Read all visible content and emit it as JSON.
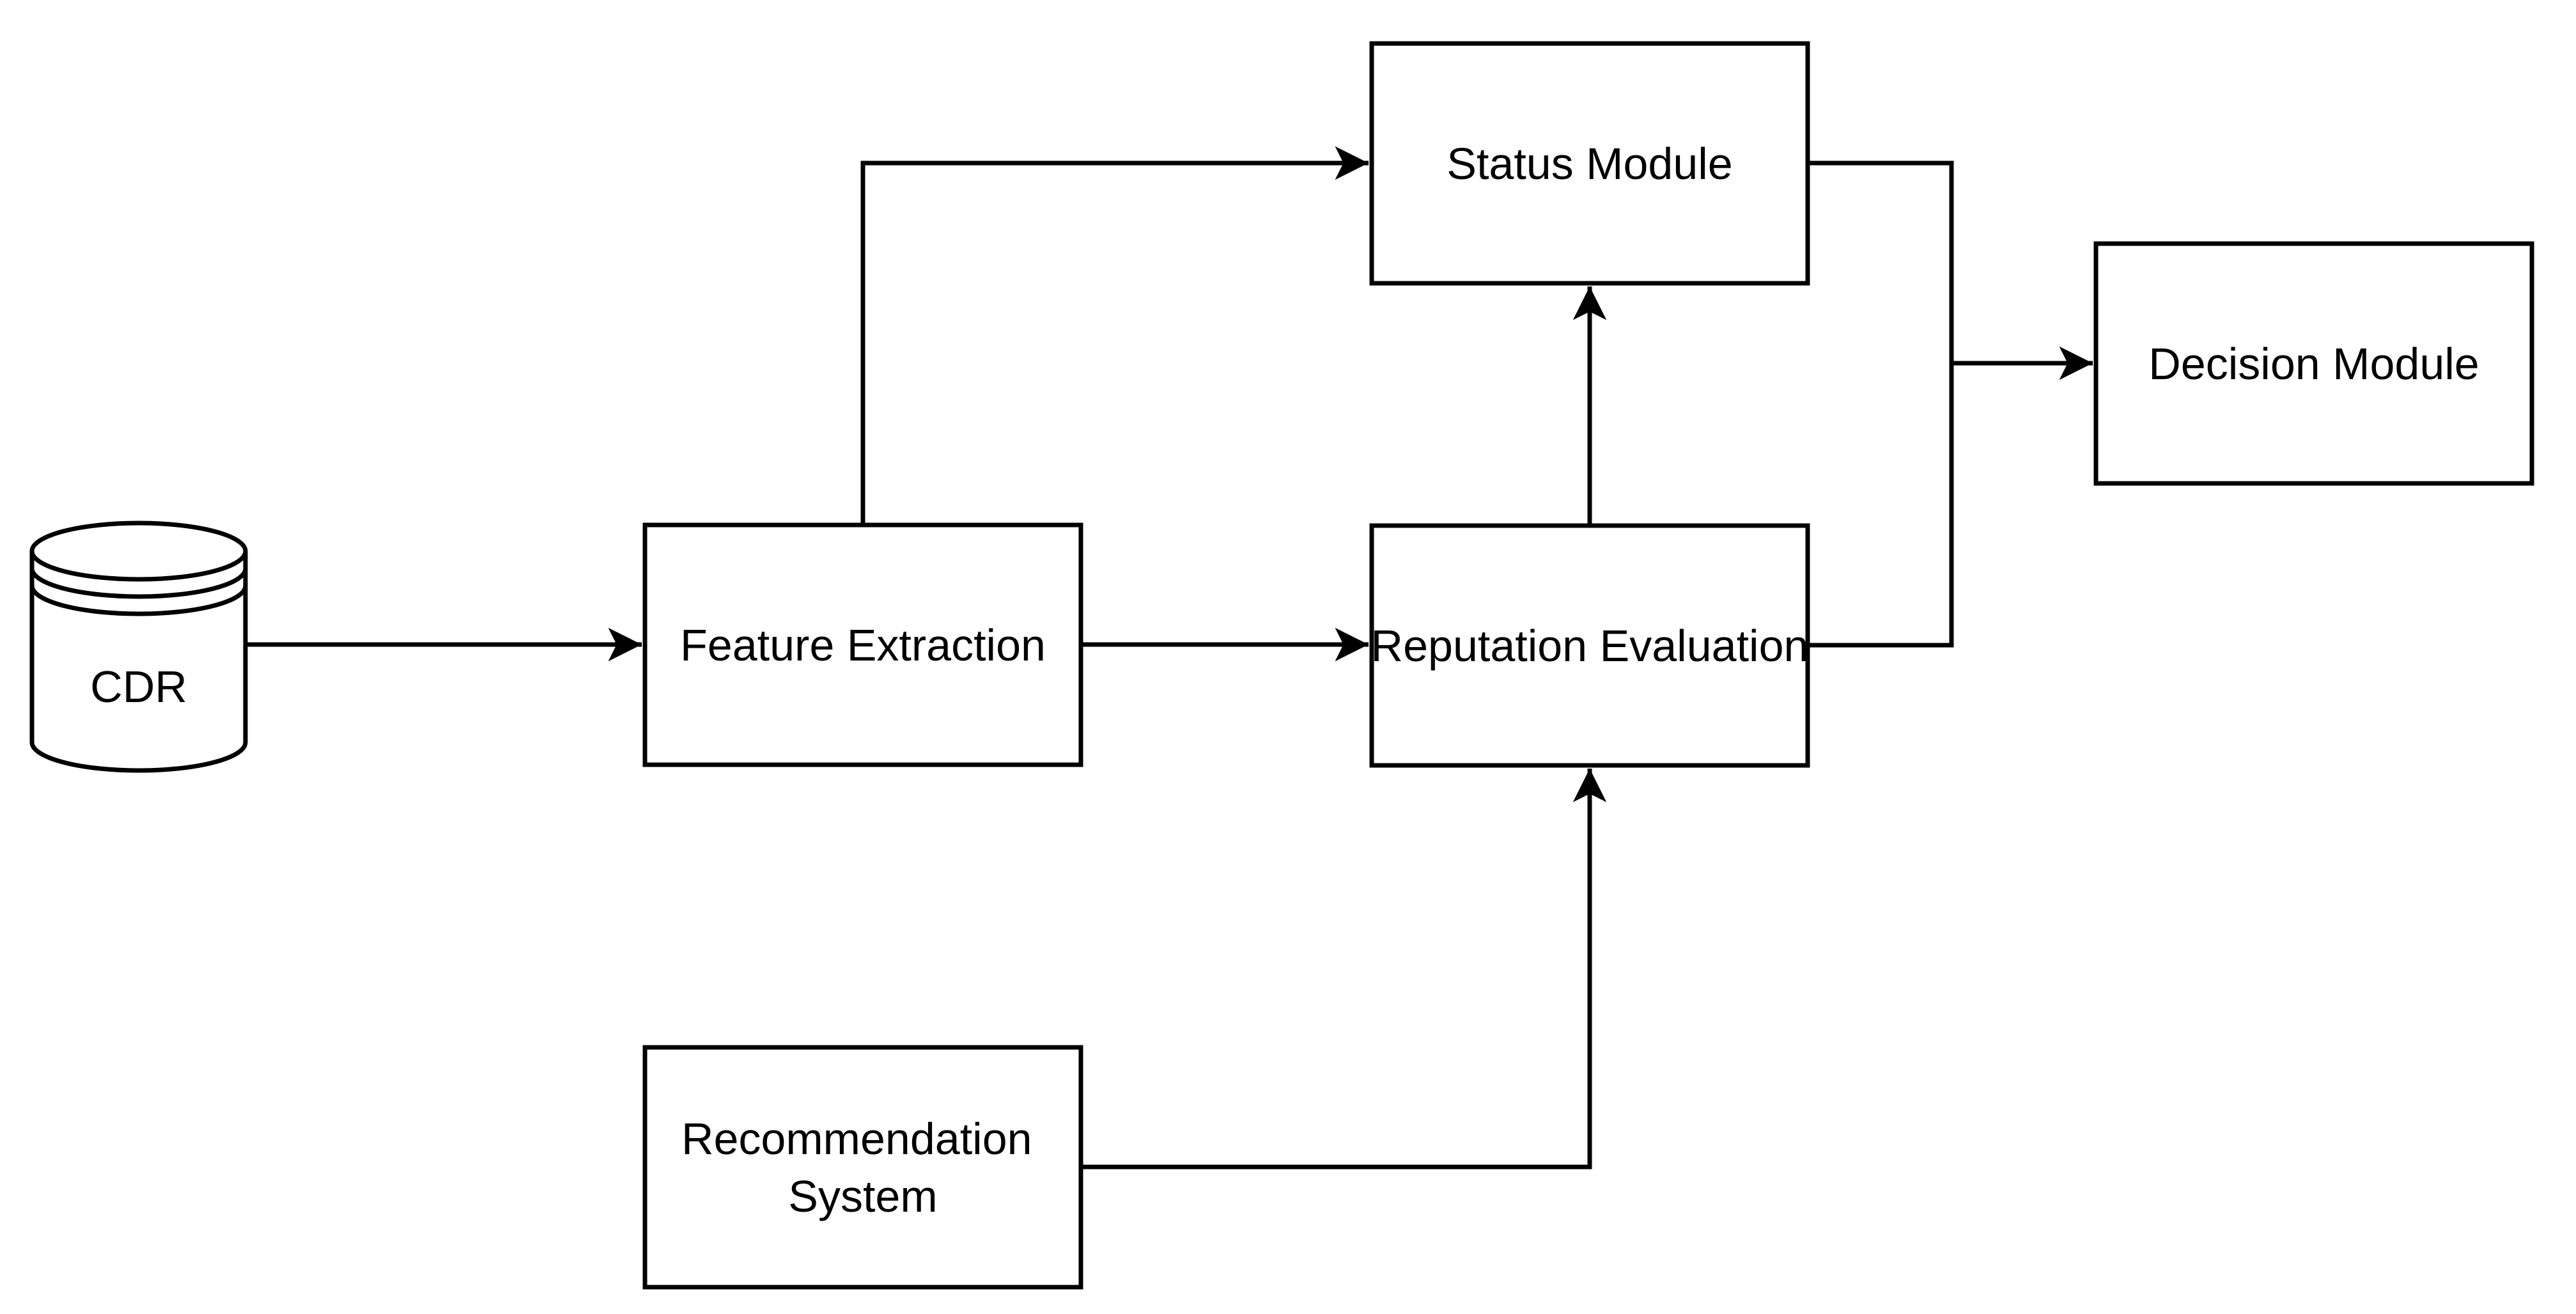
{
  "diagram": {
    "title": "CDR reputation evaluation system flow diagram",
    "colors": {
      "background": "#ffffff",
      "node_fill": "#ffffff",
      "stroke": "#000000",
      "text": "#000000"
    },
    "nodes": {
      "cdr": {
        "label": "CDR",
        "shape": "database-cylinder"
      },
      "feature_extraction": {
        "label": "Feature Extraction",
        "shape": "rectangle"
      },
      "status_module": {
        "label": "Status Module",
        "shape": "rectangle"
      },
      "reputation_evaluation": {
        "label": "Reputation Evaluation",
        "shape": "rectangle"
      },
      "decision_module": {
        "label": "Decision Module",
        "shape": "rectangle"
      },
      "recommendation_system": {
        "label": "Recommendation System",
        "lines": [
          "Recommendation",
          "System"
        ],
        "shape": "rectangle"
      }
    },
    "edges": [
      {
        "from": "CDR",
        "to": "Feature Extraction",
        "arrow": true
      },
      {
        "from": "Feature Extraction",
        "to": "Status Module",
        "arrow": true
      },
      {
        "from": "Feature Extraction",
        "to": "Reputation Evaluation",
        "arrow": true
      },
      {
        "from": "Reputation Evaluation",
        "to": "Status Module",
        "arrow": true
      },
      {
        "from": "Status Module",
        "to": "Decision Module",
        "arrow": true
      },
      {
        "from": "Reputation Evaluation",
        "to": "Decision Module",
        "arrow": true
      },
      {
        "from": "Recommendation System",
        "to": "Reputation Evaluation",
        "arrow": true
      }
    ]
  }
}
